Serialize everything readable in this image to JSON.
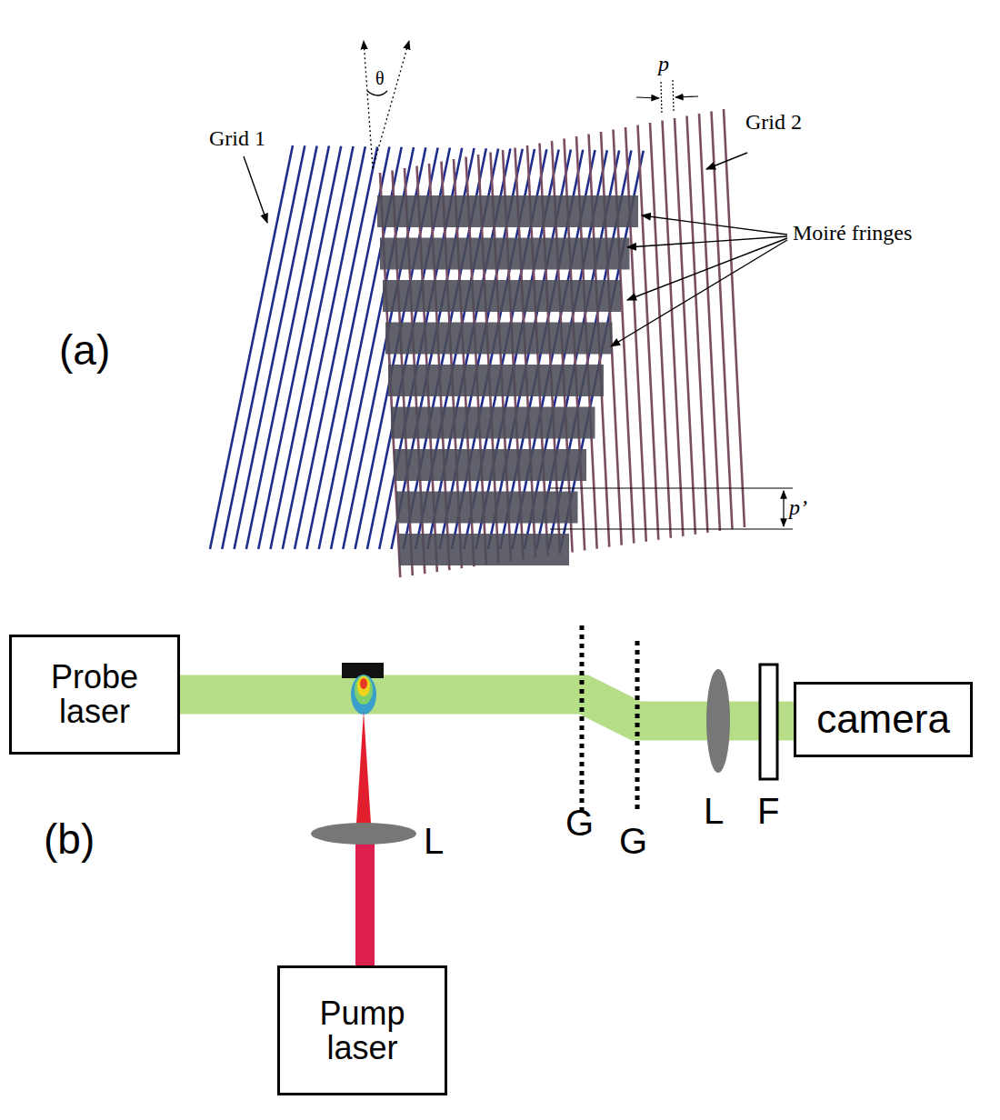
{
  "diagram": {
    "nodes": [
      {
        "text": [
          "Probe laser"
        ]
      },
      {
        "text": [
          "camera"
        ]
      },
      {
        "text": [
          "Pump laser"
        ]
      }
    ],
    "edges": [
      {
        "from": 0,
        "to": 1,
        "arrow": "none"
      }
    ],
    "labels": [
      "(a)",
      "Grid 1",
      "θ",
      "p",
      "Grid 2",
      "Moiré fringes",
      "p’",
      "(b)",
      "L",
      "G",
      "G",
      "L",
      "F"
    ]
  }
}
